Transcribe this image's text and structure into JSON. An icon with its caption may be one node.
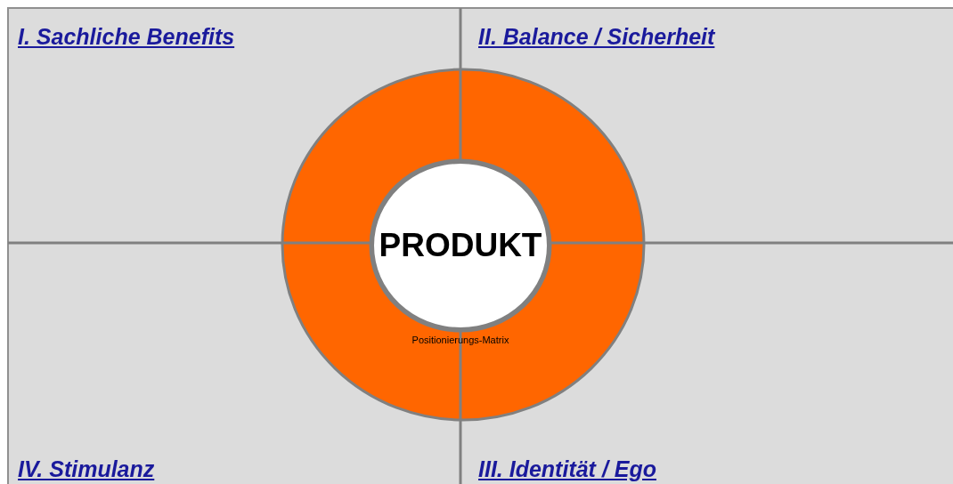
{
  "diagram": {
    "nodes": [
      {
        "text": [
          "PRODUKT"
        ]
      }
    ],
    "labels": [
      "I. Sachliche Benefits",
      "II. Balance / Sicherheit",
      "IV. Stimulanz",
      "III. Identität / Ego",
      "Positionierungs-Matrix"
    ]
  }
}
